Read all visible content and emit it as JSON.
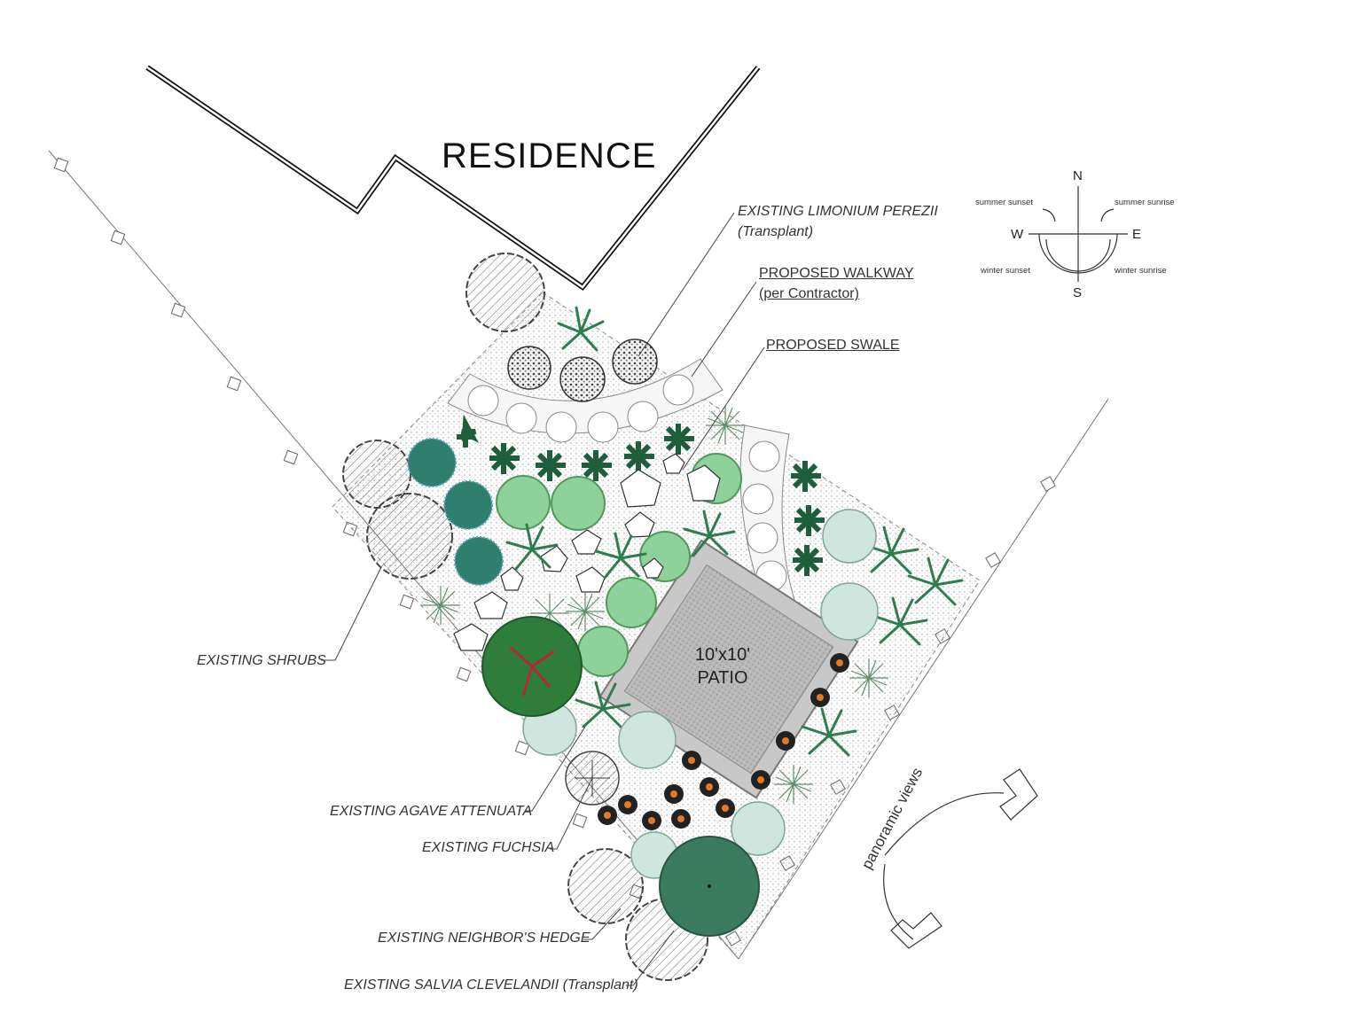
{
  "title": "RESIDENCE",
  "patio": {
    "line1": "10'x10'",
    "line2": "PATIO"
  },
  "callouts": {
    "limonium_line1": "EXISTING LIMONIUM PEREZII",
    "limonium_line2": "(Transplant)",
    "walkway_line1": "PROPOSED WALKWAY",
    "walkway_line2": "(per Contractor)",
    "swale": "PROPOSED SWALE",
    "shrubs": "EXISTING SHRUBS",
    "agave": "EXISTING AGAVE ATTENUATA",
    "fuchsia": "EXISTING FUCHSIA",
    "hedge": "EXISTING NEIGHBOR'S HEDGE",
    "salvia": "EXISTING SALVIA CLEVELANDII (Transplant)"
  },
  "compass": {
    "n": "N",
    "s": "S",
    "e": "E",
    "w": "W",
    "summer_sunset": "summer sunset",
    "summer_sunrise": "summer sunrise",
    "winter_sunset": "winter sunset",
    "winter_sunrise": "winter sunrise"
  },
  "views_label": "panoramic views",
  "colors": {
    "tree_green": "#8fd19a",
    "teal_shrub": "#2f7f6e",
    "fern": "#1e5e3a",
    "pale_shrub": "#cfe6de",
    "patio_fill": "#bdbdbd",
    "accent_orange": "#e07a28"
  }
}
